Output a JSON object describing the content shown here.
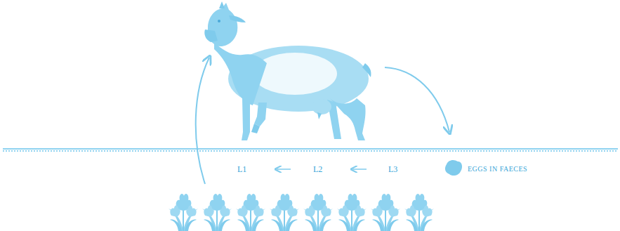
{
  "diagram": {
    "labels": [
      "L1",
      "L2",
      "L3",
      "EGGS IN FAECES"
    ]
  }
}
